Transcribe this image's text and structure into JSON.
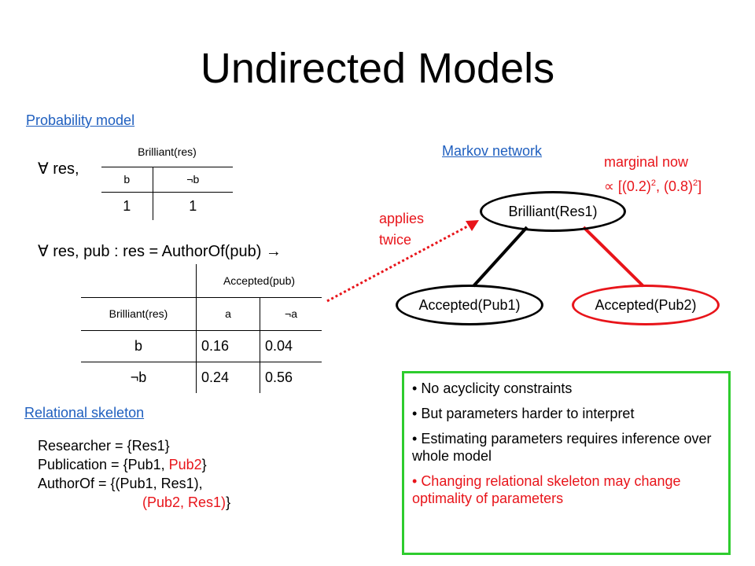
{
  "title": "Undirected Models",
  "probability_model": {
    "heading": "Probability model",
    "forall_res": "∀ res,",
    "table1": {
      "header": "Brilliant(res)",
      "cols": [
        "b",
        "¬b"
      ],
      "values": [
        "1",
        "1"
      ]
    },
    "forall_res_pub": "∀ res, pub : res = AuthorOf(pub) →",
    "table2": {
      "col_group": "Accepted(pub)",
      "row_header": "Brilliant(res)",
      "cols": [
        "a",
        "¬a"
      ],
      "rows": [
        {
          "label": "b",
          "values": [
            "0.16",
            "0.04"
          ]
        },
        {
          "label": "¬b",
          "values": [
            "0.24",
            "0.56"
          ]
        }
      ]
    }
  },
  "relational_skeleton": {
    "heading": "Relational skeleton",
    "researcher": "Researcher = {Res1}",
    "publication_prefix": "Publication = {Pub1, ",
    "publication_red": "Pub2",
    "publication_suffix": "}",
    "authorof_line1": "AuthorOf = {(Pub1, Res1),",
    "authorof_line2_red": "(Pub2, Res1)",
    "authorof_line2_suffix": "}"
  },
  "markov_network": {
    "heading": "Markov network",
    "applies_line1": "applies",
    "applies_line2": "twice",
    "marginal_line1": "marginal now",
    "marginal_prefix": "∝ [(0.2)",
    "marginal_exp1": "2",
    "marginal_mid": ", (0.8)",
    "marginal_exp2": "2",
    "marginal_end": "]",
    "nodes": {
      "root": "Brilliant(Res1)",
      "left": "Accepted(Pub1)",
      "right": "Accepted(Pub2)"
    },
    "colors": {
      "edge": "#000000",
      "highlight": "#e8141a",
      "link": "#1f5fbf",
      "box": "#2ecc2e"
    }
  },
  "bullets": [
    {
      "text": "No acyclicity constraints",
      "red": false
    },
    {
      "text": "But parameters harder to interpret",
      "red": false
    },
    {
      "text": "Estimating parameters requires inference over whole model",
      "red": false
    },
    {
      "text": "Changing relational skeleton may change optimality of parameters",
      "red": true
    }
  ]
}
